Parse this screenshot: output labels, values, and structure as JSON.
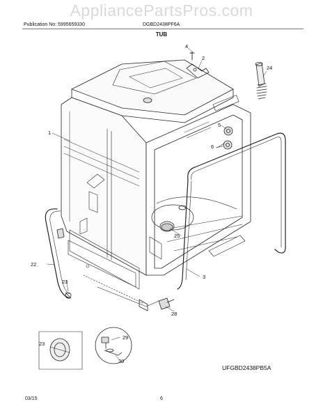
{
  "watermark": "AppliancePartsPros.com",
  "header": {
    "publication": "Publication No: 5995659330",
    "model": "DGBD2438PF6A"
  },
  "section_title": "TUB",
  "callouts": {
    "c1": "1",
    "c2": "2",
    "c3": "3",
    "c4": "4",
    "c5": "5",
    "c6": "6",
    "c22": "22",
    "c23a": "23",
    "c23b": "23",
    "c24": "24",
    "c25": "25",
    "c28": "28",
    "c29": "29",
    "c30": "30"
  },
  "model_code": "UFGBD2438PB5A",
  "footer": {
    "date": "03/15",
    "page": "6"
  }
}
